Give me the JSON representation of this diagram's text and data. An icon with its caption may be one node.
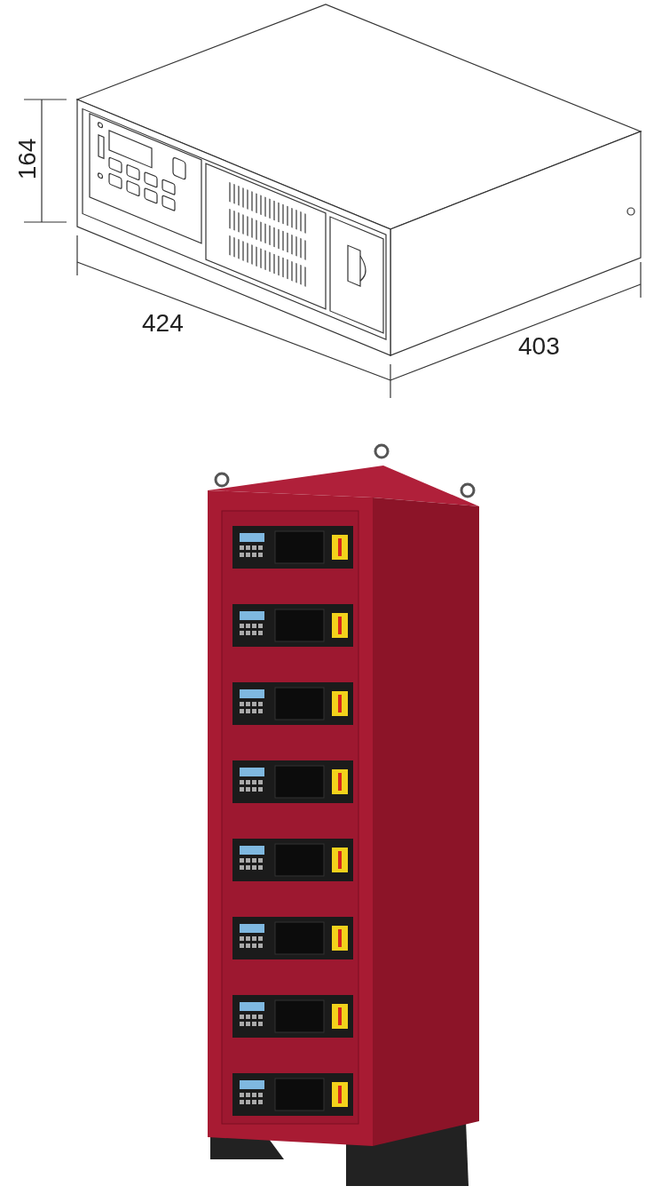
{
  "diagram": {
    "labels": [
      "164",
      "424",
      "403"
    ]
  }
}
